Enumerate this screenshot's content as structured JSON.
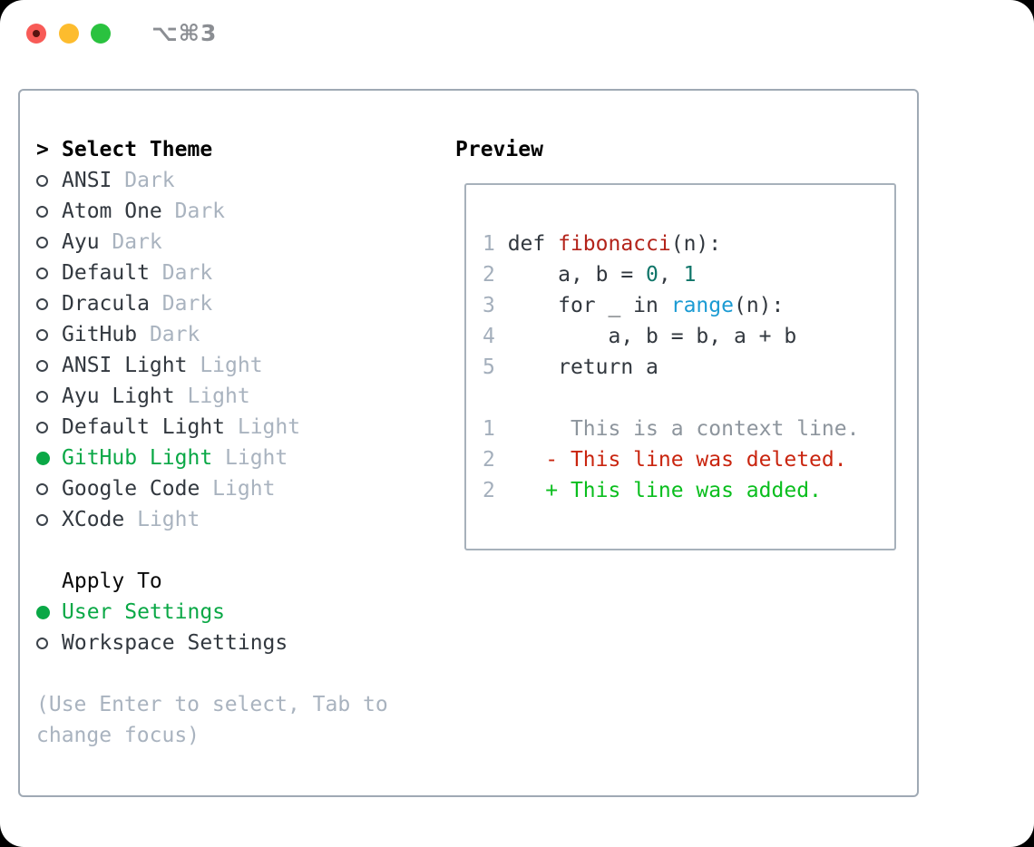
{
  "window": {
    "title": "⌥⌘3",
    "traffic_lights": [
      {
        "name": "close-button",
        "color": "#f85b57"
      },
      {
        "name": "minimize-button",
        "color": "#fdbc2e"
      },
      {
        "name": "zoom-button",
        "color": "#2ac23f"
      }
    ]
  },
  "theme_panel": {
    "header_marker": ">",
    "header": "Select Theme",
    "themes": [
      {
        "label": "ANSI",
        "tag": "Dark",
        "selected": false
      },
      {
        "label": "Atom One",
        "tag": "Dark",
        "selected": false
      },
      {
        "label": "Ayu",
        "tag": "Dark",
        "selected": false
      },
      {
        "label": "Default",
        "tag": "Dark",
        "selected": false
      },
      {
        "label": "Dracula",
        "tag": "Dark",
        "selected": false
      },
      {
        "label": "GitHub",
        "tag": "Dark",
        "selected": false
      },
      {
        "label": "ANSI Light",
        "tag": "Light",
        "selected": false
      },
      {
        "label": "Ayu Light",
        "tag": "Light",
        "selected": false
      },
      {
        "label": "Default Light",
        "tag": "Light",
        "selected": false
      },
      {
        "label": "GitHub Light",
        "tag": "Light",
        "selected": true
      },
      {
        "label": "Google Code",
        "tag": "Light",
        "selected": false
      },
      {
        "label": "XCode",
        "tag": "Light",
        "selected": false
      }
    ],
    "apply_to": {
      "header": "Apply To",
      "options": [
        {
          "label": "User Settings",
          "selected": true
        },
        {
          "label": "Workspace Settings",
          "selected": false
        }
      ]
    },
    "hint": "(Use Enter to select, Tab to change focus)"
  },
  "preview": {
    "title": "Preview",
    "lines": [
      [
        [
          "lineno",
          "1 "
        ],
        [
          "plain",
          "def "
        ],
        [
          "func",
          "fibonacci"
        ],
        [
          "plain",
          "(n):"
        ]
      ],
      [
        [
          "lineno",
          "2 "
        ],
        [
          "plain",
          "    a, b = "
        ],
        [
          "num",
          "0"
        ],
        [
          "plain",
          ", "
        ],
        [
          "num",
          "1"
        ]
      ],
      [
        [
          "lineno",
          "3 "
        ],
        [
          "plain",
          "    for _ in "
        ],
        [
          "builtin",
          "range"
        ],
        [
          "plain",
          "(n):"
        ]
      ],
      [
        [
          "lineno",
          "4 "
        ],
        [
          "plain",
          "        a, b = b, a + b"
        ]
      ],
      [
        [
          "lineno",
          "5 "
        ],
        [
          "plain",
          "    return a"
        ]
      ],
      [],
      [
        [
          "lineno",
          "1"
        ],
        [
          "ctx",
          "      This is a context line."
        ]
      ],
      [
        [
          "lineno",
          "2"
        ],
        [
          "del",
          "    - This line was deleted."
        ]
      ],
      [
        [
          "lineno",
          "2"
        ],
        [
          "add",
          "    + This line was added."
        ]
      ]
    ]
  },
  "colors": {
    "ui_selected_green": "#0aa846",
    "diff_added_green": "#0abe1e",
    "diff_deleted_red": "#c9250f",
    "function_red": "#b3231a",
    "number_teal": "#0f7569",
    "builtin_blue": "#1b9bd3",
    "muted_gray": "#a9b3bf",
    "panel_border": "#9fa9b4"
  }
}
